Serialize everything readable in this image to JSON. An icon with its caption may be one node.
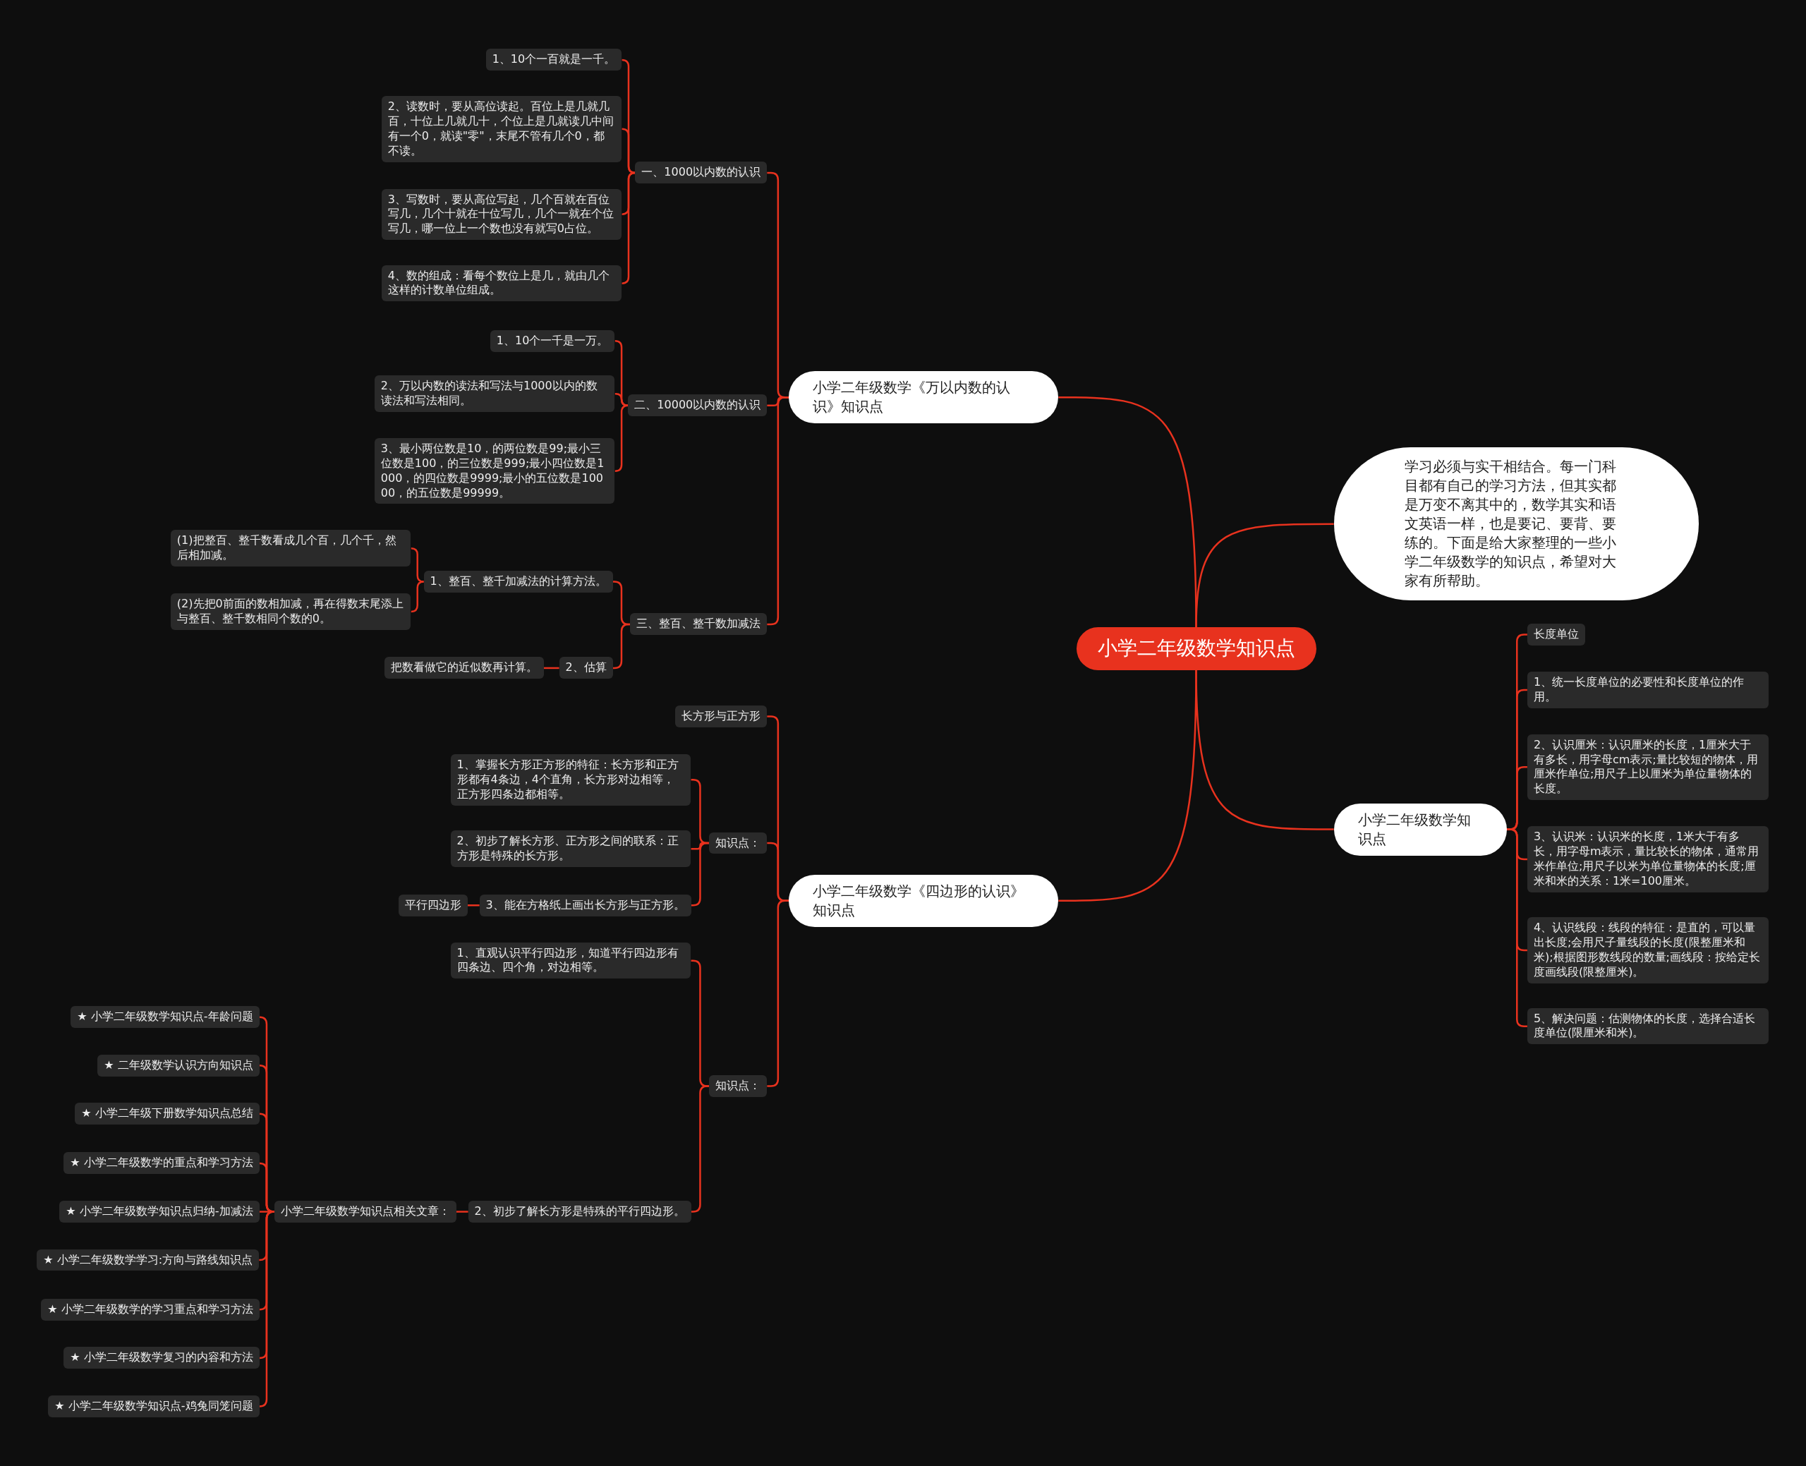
{
  "diagram": {
    "nodes": [
      {
        "text": [
          "小学二年级数学知识点"
        ]
      },
      {
        "text": [
          "小学二年级数学《万以内数的认识》知识点"
        ]
      },
      {
        "text": [
          "一、1000以内数的认识"
        ]
      },
      {
        "text": [
          "1、10个一百就是一千。"
        ]
      },
      {
        "text": [
          "2、读数时，要从高位读起。百位上是几就几百，十位上几就几十，个位上是几就读几中间有一个0，就读\"零\"，末尾不管有几个0，都不读。"
        ]
      },
      {
        "text": [
          "3、写数时，要从高位写起，几个百就在百位写几，几个十就在十位写几，几个一就在个位写几，哪一位上一个数也没有就写0占位。"
        ]
      },
      {
        "text": [
          "4、数的组成：看每个数位上是几，就由几个这样的计数单位组成。"
        ]
      },
      {
        "text": [
          "二、10000以内数的认识"
        ]
      },
      {
        "text": [
          "1、10个一千是一万。"
        ]
      },
      {
        "text": [
          "2、万以内数的读法和写法与1000以内的数读法和写法相同。"
        ]
      },
      {
        "text": [
          "3、最小两位数是10，的两位数是99;最小三位数是100，的三位数是999;最小四位数是1000，的四位数是9999;最小的五位数是10000，的五位数是99999。"
        ]
      },
      {
        "text": [
          "三、整百、整千数加减法"
        ]
      },
      {
        "text": [
          "1、整百、整千加减法的计算方法。"
        ]
      },
      {
        "text": [
          "(1)把整百、整千数看成几个百，几个千，然后相加减。"
        ]
      },
      {
        "text": [
          "(2)先把0前面的数相加减，再在得数末尾添上与整百、整千数相同个数的0。"
        ]
      },
      {
        "text": [
          "2、估算"
        ]
      },
      {
        "text": [
          "把数看做它的近似数再计算。"
        ]
      },
      {
        "text": [
          "小学二年级数学《四边形的认识》知识点"
        ]
      },
      {
        "text": [
          "长方形与正方形"
        ]
      },
      {
        "text": [
          "知识点："
        ]
      },
      {
        "text": [
          "1、掌握长方形正方形的特征：长方形和正方形都有4条边，4个直角，长方形对边相等，正方形四条边都相等。"
        ]
      },
      {
        "text": [
          "2、初步了解长方形、正方形之间的联系：正方形是特殊的长方形。"
        ]
      },
      {
        "text": [
          "3、能在方格纸上画出长方形与正方形。"
        ]
      },
      {
        "text": [
          "平行四边形"
        ]
      },
      {
        "text": [
          "知识点："
        ]
      },
      {
        "text": [
          "1、直观认识平行四边形，知道平行四边形有四条边、四个角，对边相等。"
        ]
      },
      {
        "text": [
          "2、初步了解长方形是特殊的平行四边形。"
        ]
      },
      {
        "text": [
          "小学二年级数学知识点相关文章："
        ]
      },
      {
        "text": [
          "★ 小学二年级数学知识点-年龄问题"
        ]
      },
      {
        "text": [
          "★ 二年级数学认识方向知识点"
        ]
      },
      {
        "text": [
          "★ 小学二年级下册数学知识点总结"
        ]
      },
      {
        "text": [
          "★ 小学二年级数学的重点和学习方法"
        ]
      },
      {
        "text": [
          "★ 小学二年级数学知识点归纳-加减法"
        ]
      },
      {
        "text": [
          "★ 小学二年级数学学习:方向与路线知识点"
        ]
      },
      {
        "text": [
          "★ 小学二年级数学的学习重点和学习方法"
        ]
      },
      {
        "text": [
          "★ 小学二年级数学复习的内容和方法"
        ]
      },
      {
        "text": [
          "★ 小学二年级数学知识点-鸡兔同笼问题"
        ]
      },
      {
        "text": [
          "学习必须与实干相结合。每一门科目都有自己的学习方法，但其实都是万变不离其中的，数学其实和语文英语一样，也是要记、要背、要练的。下面是给大家整理的一些小学二年级数学的知识点，希望对大家有所帮助。"
        ]
      },
      {
        "text": [
          "小学二年级数学知识点"
        ]
      },
      {
        "text": [
          "长度单位"
        ]
      },
      {
        "text": [
          "1、统一长度单位的必要性和长度单位的作用。"
        ]
      },
      {
        "text": [
          "2、认识厘米：认识厘米的长度，1厘米大于有多长，用字母cm表示;量比较短的物体，用厘米作单位;用尺子上以厘米为单位量物体的长度。"
        ]
      },
      {
        "text": [
          "3、认识米：认识米的长度，1米大于有多长，用字母m表示，量比较长的物体，通常用米作单位;用尺子以米为单位量物体的长度;厘米和米的关系：1米=100厘米。"
        ]
      },
      {
        "text": [
          "4、认识线段：线段的特征：是直的，可以量出长度;会用尺子量线段的长度(限整厘米和米);根据图形数线段的数量;画线段：按给定长度画线段(限整厘米)。"
        ]
      },
      {
        "text": [
          "5、解决问题：估测物体的长度，选择合适长度单位(限厘米和米)。"
        ]
      }
    ],
    "edges": [
      {
        "from": 0,
        "to": 1,
        "arrow": "none"
      },
      {
        "from": 1,
        "to": 2,
        "arrow": "none"
      },
      {
        "from": 2,
        "to": 3,
        "arrow": "none"
      },
      {
        "from": 2,
        "to": 4,
        "arrow": "none"
      },
      {
        "from": 2,
        "to": 5,
        "arrow": "none"
      },
      {
        "from": 2,
        "to": 6,
        "arrow": "none"
      },
      {
        "from": 1,
        "to": 7,
        "arrow": "none"
      },
      {
        "from": 7,
        "to": 8,
        "arrow": "none"
      },
      {
        "from": 7,
        "to": 9,
        "arrow": "none"
      },
      {
        "from": 7,
        "to": 10,
        "arrow": "none"
      },
      {
        "from": 1,
        "to": 11,
        "arrow": "none"
      },
      {
        "from": 11,
        "to": 12,
        "arrow": "none"
      },
      {
        "from": 12,
        "to": 13,
        "arrow": "none"
      },
      {
        "from": 12,
        "to": 14,
        "arrow": "none"
      },
      {
        "from": 11,
        "to": 15,
        "arrow": "none"
      },
      {
        "from": 15,
        "to": 16,
        "arrow": "none"
      },
      {
        "from": 0,
        "to": 17,
        "arrow": "none"
      },
      {
        "from": 17,
        "to": 18,
        "arrow": "none"
      },
      {
        "from": 17,
        "to": 19,
        "arrow": "none"
      },
      {
        "from": 19,
        "to": 20,
        "arrow": "none"
      },
      {
        "from": 19,
        "to": 21,
        "arrow": "none"
      },
      {
        "from": 19,
        "to": 22,
        "arrow": "none"
      },
      {
        "from": 22,
        "to": 23,
        "arrow": "none"
      },
      {
        "from": 17,
        "to": 24,
        "arrow": "none"
      },
      {
        "from": 24,
        "to": 25,
        "arrow": "none"
      },
      {
        "from": 24,
        "to": 26,
        "arrow": "none"
      },
      {
        "from": 26,
        "to": 27,
        "arrow": "none"
      },
      {
        "from": 27,
        "to": 28,
        "arrow": "none"
      },
      {
        "from": 27,
        "to": 29,
        "arrow": "none"
      },
      {
        "from": 27,
        "to": 30,
        "arrow": "none"
      },
      {
        "from": 27,
        "to": 31,
        "arrow": "none"
      },
      {
        "from": 27,
        "to": 32,
        "arrow": "none"
      },
      {
        "from": 27,
        "to": 33,
        "arrow": "none"
      },
      {
        "from": 27,
        "to": 34,
        "arrow": "none"
      },
      {
        "from": 27,
        "to": 35,
        "arrow": "none"
      },
      {
        "from": 27,
        "to": 36,
        "arrow": "none"
      },
      {
        "from": 0,
        "to": 37,
        "arrow": "none"
      },
      {
        "from": 0,
        "to": 38,
        "arrow": "none"
      },
      {
        "from": 38,
        "to": 39,
        "arrow": "none"
      },
      {
        "from": 38,
        "to": 40,
        "arrow": "none"
      },
      {
        "from": 38,
        "to": 41,
        "arrow": "none"
      },
      {
        "from": 38,
        "to": 42,
        "arrow": "none"
      },
      {
        "from": 38,
        "to": 43,
        "arrow": "none"
      },
      {
        "from": 38,
        "to": 44,
        "arrow": "none"
      }
    ]
  }
}
